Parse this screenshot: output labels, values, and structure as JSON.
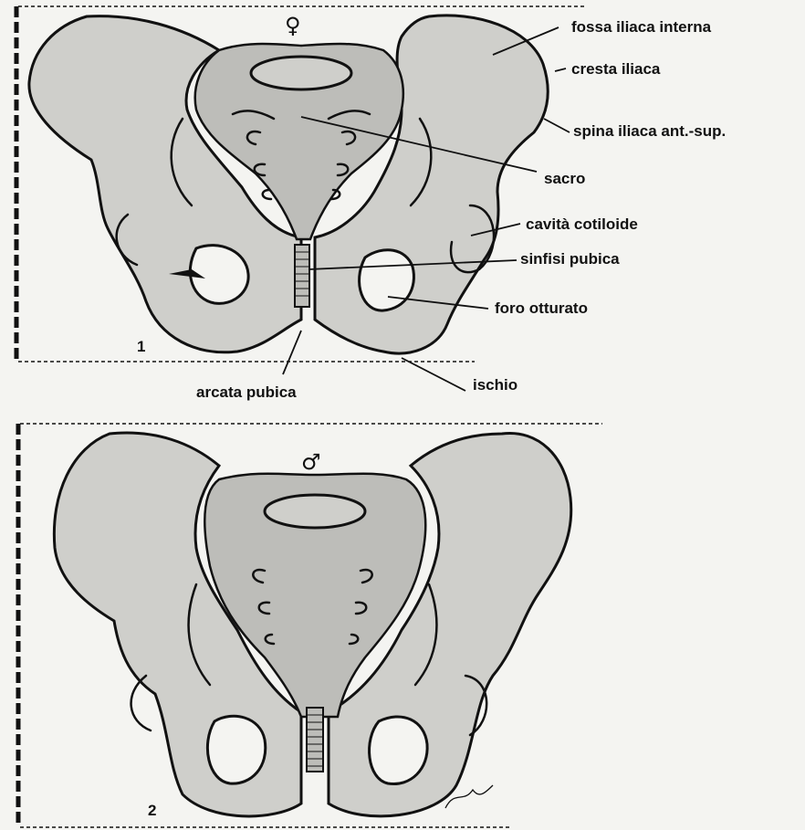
{
  "figure_1": {
    "number": "1",
    "sex_symbol": "♀",
    "labels": {
      "fossa_iliaca_interna": "fossa iliaca interna",
      "cresta_iliaca": "cresta iliaca",
      "spina_iliaca": "spina iliaca ant.-sup.",
      "sacro": "sacro",
      "cavita_cotiloide": "cavità cotiloide",
      "sinfisi_pubica": "sinfisi pubica",
      "foro_otturato": "foro otturato",
      "ischio": "ischio",
      "arcata_pubica": "arcata pubica"
    }
  },
  "figure_2": {
    "number": "2",
    "sex_symbol": "♂"
  },
  "colors": {
    "bone": "#cfcfcb",
    "ink": "#111111",
    "paper": "#f4f4f1"
  }
}
